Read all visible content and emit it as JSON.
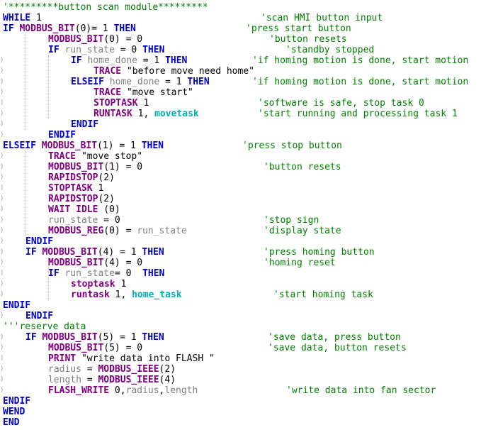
{
  "editor": {
    "name": "BASIC program editor",
    "colors": {
      "kw": "#0000cc",
      "fn": "#800080",
      "tx": "#000000",
      "cm": "#008000",
      "st": "#000000",
      "var": "#808080",
      "task": "#00b0b0",
      "guide": "#b8b8b8"
    },
    "lines": [
      {
        "indent": 0,
        "segs": [
          {
            "c": "cm",
            "t": "'*********button scan module*********"
          }
        ]
      },
      {
        "indent": 0,
        "segs": [
          {
            "c": "kw",
            "t": "WHILE"
          },
          {
            "c": "tx",
            "t": " 1"
          }
        ],
        "comment": "'scan HMI button input"
      },
      {
        "indent": 0,
        "segs": [
          {
            "c": "kw",
            "t": "IF"
          },
          {
            "c": "tx",
            "t": " "
          },
          {
            "c": "fn",
            "t": "MODBUS_BIT"
          },
          {
            "c": "tx",
            "t": "(0)= 1 "
          },
          {
            "c": "kw",
            "t": "THEN"
          }
        ],
        "comment": "'press start button"
      },
      {
        "indent": 2,
        "segs": [
          {
            "c": "fn",
            "t": "MODBUS_BIT"
          },
          {
            "c": "tx",
            "t": "(0) = 0"
          }
        ],
        "comment": "'button resets"
      },
      {
        "indent": 2,
        "segs": [
          {
            "c": "kw",
            "t": "IF"
          },
          {
            "c": "tx",
            "t": " "
          },
          {
            "c": "var",
            "t": "run_state"
          },
          {
            "c": "tx",
            "t": " = 0 "
          },
          {
            "c": "kw",
            "t": "THEN"
          }
        ],
        "comment": "'standby stopped"
      },
      {
        "indent": 3,
        "segs": [
          {
            "c": "kw",
            "t": "IF"
          },
          {
            "c": "tx",
            "t": " "
          },
          {
            "c": "var",
            "t": "home_done"
          },
          {
            "c": "tx",
            "t": " = 1 "
          },
          {
            "c": "kw",
            "t": "THEN"
          }
        ],
        "comment": "'if homing motion is done, start motion"
      },
      {
        "indent": 4,
        "segs": [
          {
            "c": "fn",
            "t": "TRACE"
          },
          {
            "c": "tx",
            "t": " "
          },
          {
            "c": "st",
            "t": "\"before move need home\""
          }
        ]
      },
      {
        "indent": 3,
        "segs": [
          {
            "c": "kw",
            "t": "ELSEIF"
          },
          {
            "c": "tx",
            "t": " "
          },
          {
            "c": "var",
            "t": "home_done"
          },
          {
            "c": "tx",
            "t": " = 1 "
          },
          {
            "c": "kw",
            "t": "THEN"
          }
        ],
        "comment": "'if homing motion is done, start motion"
      },
      {
        "indent": 4,
        "segs": [
          {
            "c": "fn",
            "t": "TRACE"
          },
          {
            "c": "tx",
            "t": " "
          },
          {
            "c": "st",
            "t": "\"move start\""
          }
        ]
      },
      {
        "indent": 4,
        "segs": [
          {
            "c": "fn",
            "t": "STOPTASK"
          },
          {
            "c": "tx",
            "t": " 1"
          }
        ],
        "comment": "'software is safe, stop task 0"
      },
      {
        "indent": 4,
        "segs": [
          {
            "c": "fn",
            "t": "RUNTASK"
          },
          {
            "c": "tx",
            "t": " 1, "
          },
          {
            "c": "task",
            "t": "movetask"
          }
        ],
        "comment": "'start running and processing task 1"
      },
      {
        "indent": 3,
        "segs": [
          {
            "c": "kw",
            "t": "ENDIF"
          }
        ]
      },
      {
        "indent": 2,
        "segs": [
          {
            "c": "kw",
            "t": "ENDIF"
          }
        ]
      },
      {
        "indent": 0,
        "segs": [
          {
            "c": "kw",
            "t": "ELSEIF"
          },
          {
            "c": "tx",
            "t": " "
          },
          {
            "c": "fn",
            "t": "MODBUS_BIT"
          },
          {
            "c": "tx",
            "t": "(1) = 1 "
          },
          {
            "c": "kw",
            "t": "THEN"
          }
        ],
        "comment": "'press stop button"
      },
      {
        "indent": 2,
        "segs": [
          {
            "c": "fn",
            "t": "TRACE"
          },
          {
            "c": "tx",
            "t": " "
          },
          {
            "c": "st",
            "t": "\"move stop\""
          }
        ]
      },
      {
        "indent": 2,
        "segs": [
          {
            "c": "fn",
            "t": "MODBUS_BIT"
          },
          {
            "c": "tx",
            "t": "(1) = 0"
          }
        ],
        "comment": "'button resets"
      },
      {
        "indent": 2,
        "segs": [
          {
            "c": "fn",
            "t": "RAPIDSTOP"
          },
          {
            "c": "tx",
            "t": "(2)"
          }
        ]
      },
      {
        "indent": 2,
        "segs": [
          {
            "c": "fn",
            "t": "STOPTASK"
          },
          {
            "c": "tx",
            "t": " 1"
          }
        ]
      },
      {
        "indent": 2,
        "segs": [
          {
            "c": "fn",
            "t": "RAPIDSTOP"
          },
          {
            "c": "tx",
            "t": "(2)"
          }
        ]
      },
      {
        "indent": 2,
        "segs": [
          {
            "c": "fn",
            "t": "WAIT IDLE"
          },
          {
            "c": "tx",
            "t": " (0)"
          }
        ]
      },
      {
        "indent": 2,
        "segs": [
          {
            "c": "var",
            "t": "run_state"
          },
          {
            "c": "tx",
            "t": " = 0"
          }
        ],
        "comment": "'stop sign"
      },
      {
        "indent": 2,
        "segs": [
          {
            "c": "fn",
            "t": "MODBUS_REG"
          },
          {
            "c": "tx",
            "t": "(0) = "
          },
          {
            "c": "var",
            "t": "run_state"
          }
        ],
        "comment": "'display state"
      },
      {
        "indent": 1,
        "segs": [
          {
            "c": "kw",
            "t": "ENDIF"
          }
        ]
      },
      {
        "indent": 1,
        "segs": [
          {
            "c": "kw",
            "t": "IF"
          },
          {
            "c": "tx",
            "t": " "
          },
          {
            "c": "fn",
            "t": "MODBUS_BIT"
          },
          {
            "c": "tx",
            "t": "(4) = 1 "
          },
          {
            "c": "kw",
            "t": "THEN"
          }
        ],
        "comment": "'press homing button"
      },
      {
        "indent": 2,
        "segs": [
          {
            "c": "fn",
            "t": "MODBUS_BIT"
          },
          {
            "c": "tx",
            "t": "(4) = 0"
          }
        ],
        "comment": "'homing reset"
      },
      {
        "indent": 2,
        "segs": [
          {
            "c": "kw",
            "t": "IF"
          },
          {
            "c": "tx",
            "t": " "
          },
          {
            "c": "var",
            "t": "run_state"
          },
          {
            "c": "tx",
            "t": "= 0  "
          },
          {
            "c": "kw",
            "t": "THEN"
          }
        ]
      },
      {
        "indent": 3,
        "segs": [
          {
            "c": "fn",
            "t": "stoptask"
          },
          {
            "c": "tx",
            "t": " 1"
          }
        ]
      },
      {
        "indent": 3,
        "segs": [
          {
            "c": "fn",
            "t": "runtask"
          },
          {
            "c": "tx",
            "t": " 1, "
          },
          {
            "c": "task",
            "t": "home_task"
          }
        ],
        "comment": "'start homing task"
      },
      {
        "indent": 0,
        "segs": [
          {
            "c": "kw",
            "t": "ENDIF"
          }
        ]
      },
      {
        "indent": 1,
        "segs": [
          {
            "c": "kw",
            "t": "ENDIF"
          }
        ]
      },
      {
        "indent": 0,
        "segs": [
          {
            "c": "cm",
            "t": "'''reserve data"
          }
        ]
      },
      {
        "indent": 1,
        "segs": [
          {
            "c": "kw",
            "t": "IF"
          },
          {
            "c": "tx",
            "t": " "
          },
          {
            "c": "fn",
            "t": "MODBUS_BIT"
          },
          {
            "c": "tx",
            "t": "(5) = 1 "
          },
          {
            "c": "kw",
            "t": "THEN"
          }
        ],
        "comment": "'save data, press button"
      },
      {
        "indent": 2,
        "segs": [
          {
            "c": "fn",
            "t": "MODBUS_BIT"
          },
          {
            "c": "tx",
            "t": "(5) = 0"
          }
        ],
        "comment": "'save data, button resets"
      },
      {
        "indent": 2,
        "segs": [
          {
            "c": "fn",
            "t": "PRINT"
          },
          {
            "c": "tx",
            "t": " "
          },
          {
            "c": "st",
            "t": "\"write data into FLASH \""
          }
        ]
      },
      {
        "indent": 2,
        "segs": [
          {
            "c": "var",
            "t": "radius"
          },
          {
            "c": "tx",
            "t": " = "
          },
          {
            "c": "fn",
            "t": "MODBUS_IEEE"
          },
          {
            "c": "tx",
            "t": "(2)"
          }
        ]
      },
      {
        "indent": 2,
        "segs": [
          {
            "c": "var",
            "t": "length"
          },
          {
            "c": "tx",
            "t": " = "
          },
          {
            "c": "fn",
            "t": "MODBUS_IEEE"
          },
          {
            "c": "tx",
            "t": "(4)"
          }
        ]
      },
      {
        "indent": 2,
        "segs": [
          {
            "c": "fn",
            "t": "FLASH_WRITE"
          },
          {
            "c": "tx",
            "t": " 0,"
          },
          {
            "c": "var",
            "t": "radius"
          },
          {
            "c": "tx",
            "t": ","
          },
          {
            "c": "var",
            "t": "length"
          }
        ],
        "comment": "'write data into fan sector"
      },
      {
        "indent": 0,
        "segs": [
          {
            "c": "kw",
            "t": "ENDIF"
          }
        ]
      },
      {
        "indent": 0,
        "segs": [
          {
            "c": "kw",
            "t": "WEND"
          }
        ]
      },
      {
        "indent": 0,
        "segs": [
          {
            "c": "kw",
            "t": "END"
          }
        ]
      }
    ]
  }
}
